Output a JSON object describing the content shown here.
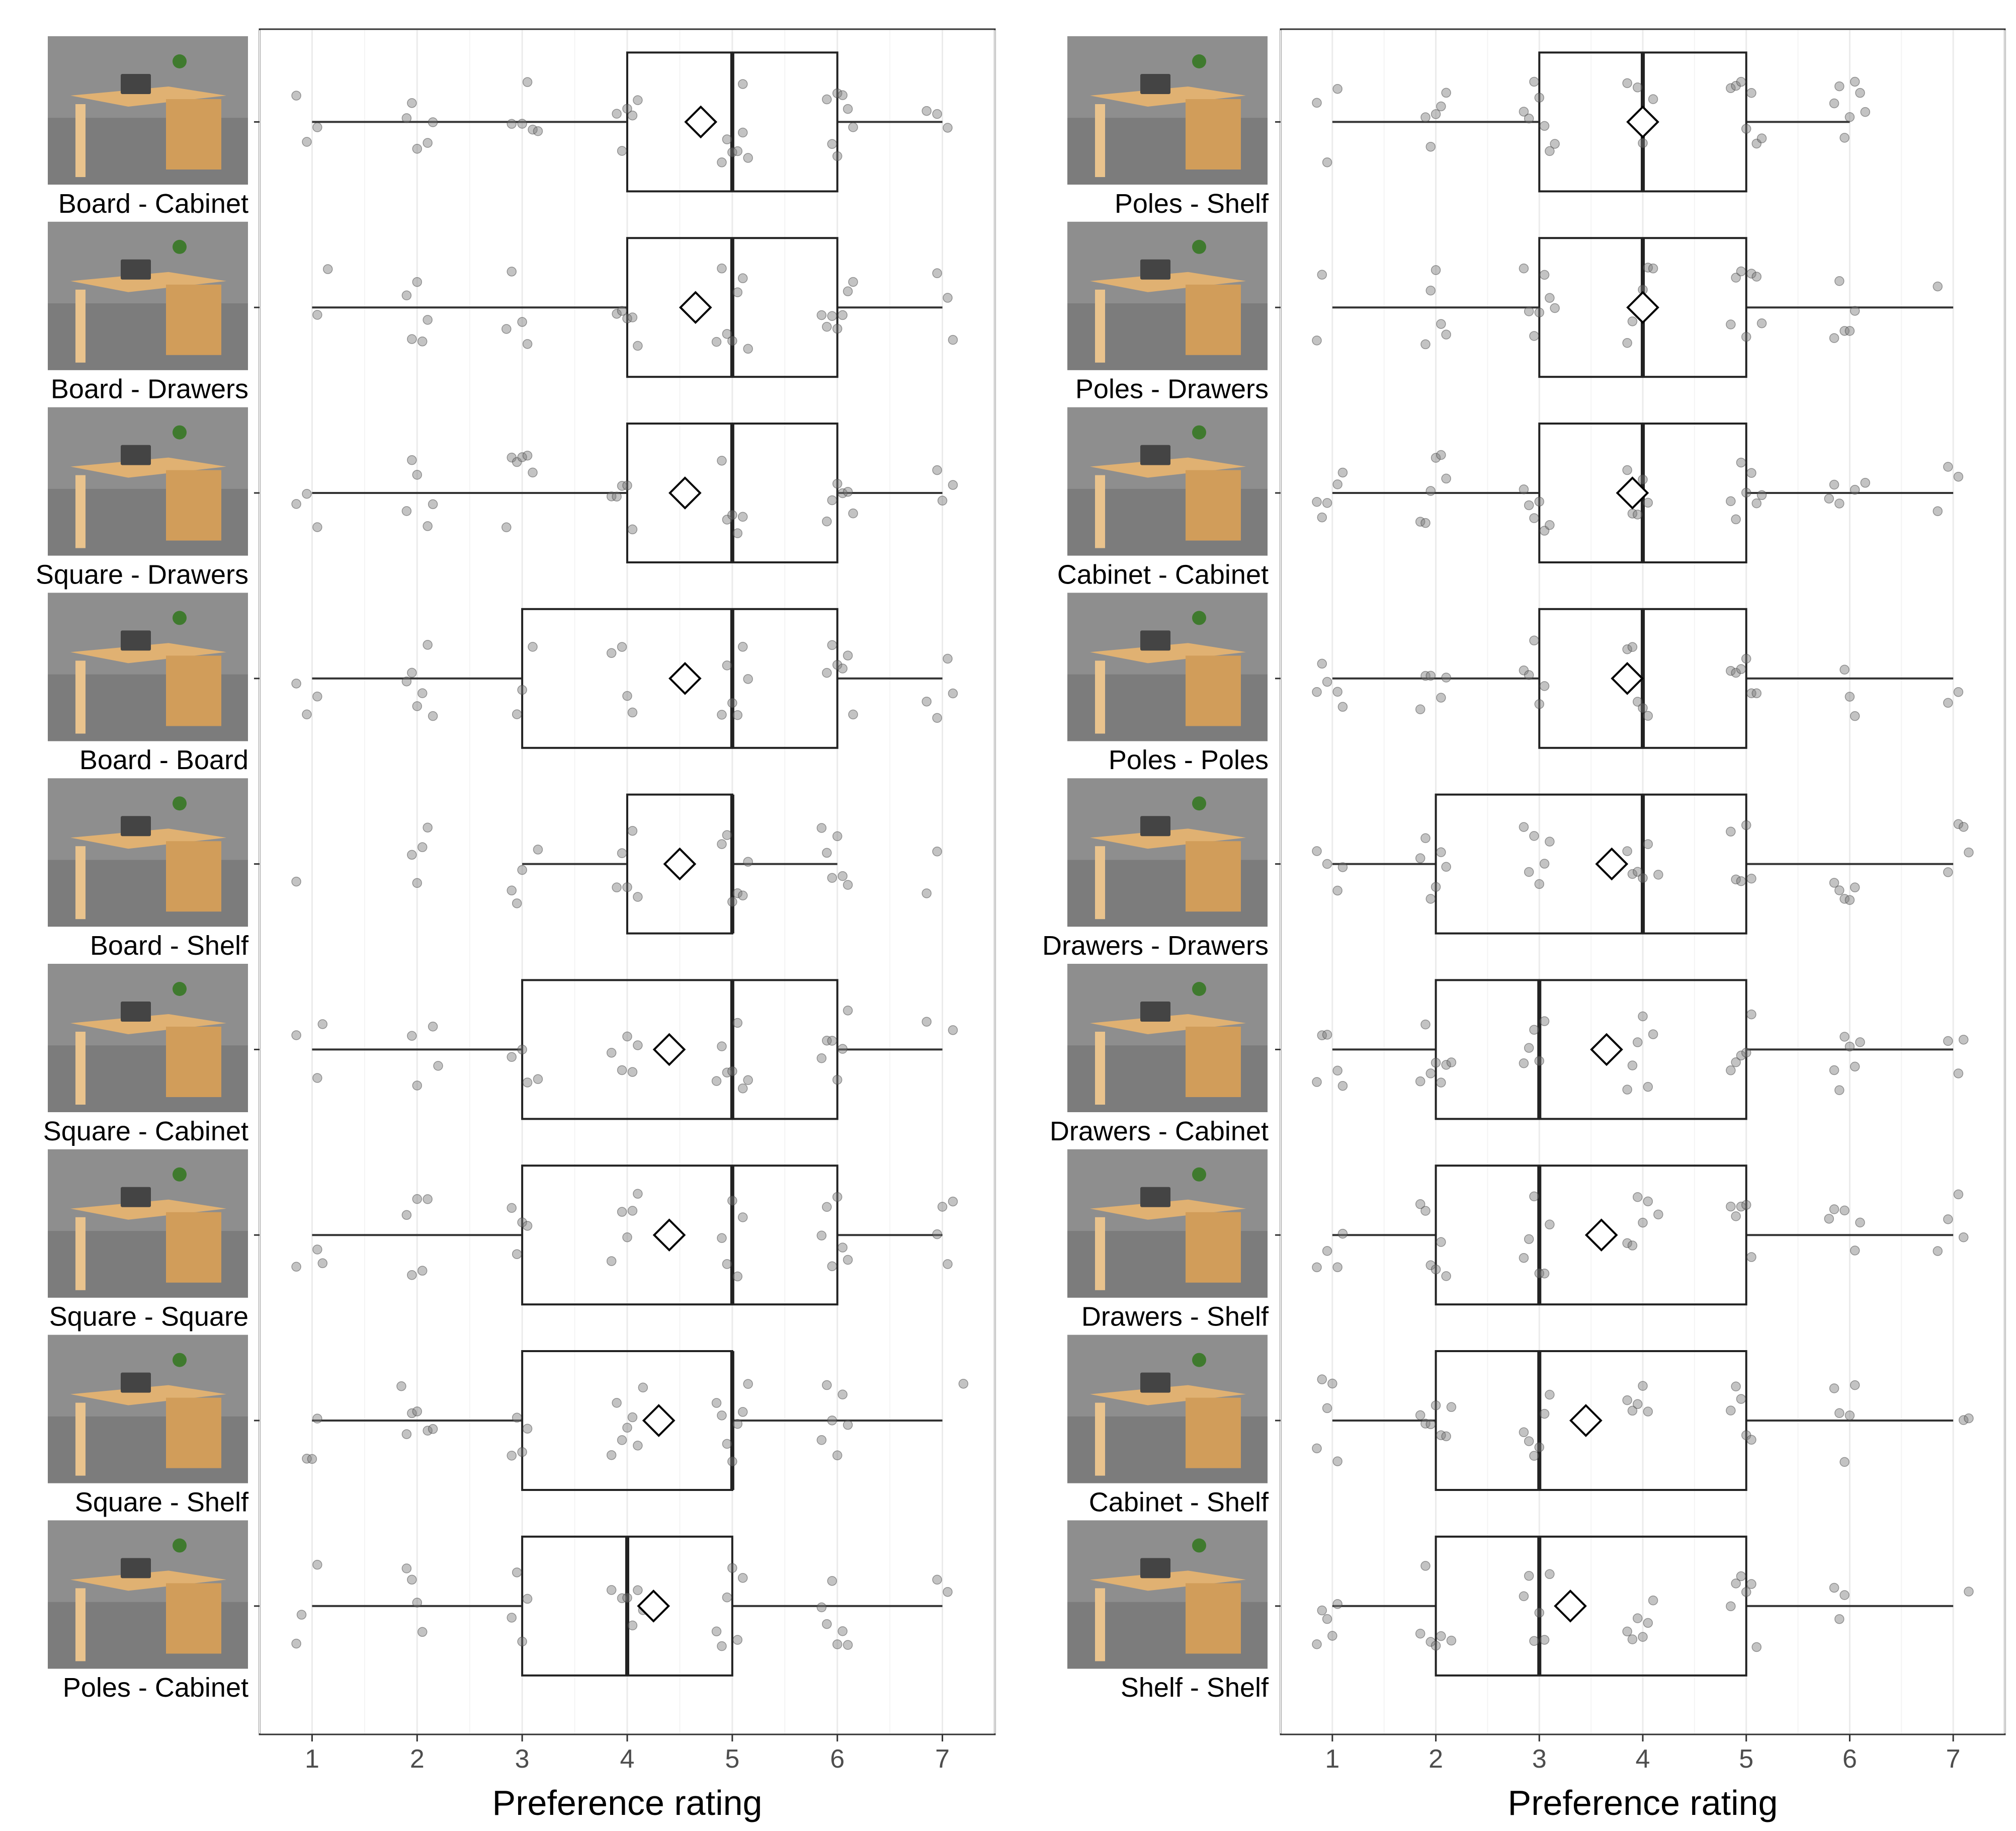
{
  "chart_data": [
    {
      "type": "boxplot",
      "xlabel": "Preference rating",
      "xlim": [
        0.5,
        7.5
      ],
      "x_ticks": [
        "1",
        "2",
        "3",
        "4",
        "5",
        "6",
        "7"
      ],
      "grid": true,
      "rows": [
        {
          "label": "Board - Cabinet",
          "q1": 4,
          "median": 5,
          "q3": 6,
          "whisker_low": 1,
          "whisker_high": 7,
          "mean": 4.7,
          "image": "desk-board-cabinet",
          "points": [
            0.85,
            0.95,
            1.05,
            1.9,
            1.95,
            2.0,
            2.1,
            2.15,
            2.9,
            3.0,
            3.05,
            3.1,
            3.15,
            3.9,
            3.95,
            4.0,
            4.05,
            4.1,
            4.9,
            4.95,
            5.0,
            5.05,
            5.1,
            5.1,
            5.15,
            5.9,
            5.95,
            6.0,
            6.0,
            6.05,
            6.1,
            6.15,
            6.85,
            6.95,
            7.05
          ]
        },
        {
          "label": "Board - Drawers",
          "q1": 4,
          "median": 5,
          "q3": 6,
          "whisker_low": 1,
          "whisker_high": 7,
          "mean": 4.65,
          "image": "desk-board-drawers",
          "points": [
            1.05,
            1.15,
            1.9,
            1.95,
            2.0,
            2.05,
            2.1,
            2.85,
            2.9,
            3.0,
            3.05,
            3.9,
            3.95,
            4.0,
            4.05,
            4.1,
            4.85,
            4.9,
            4.95,
            5.0,
            5.05,
            5.1,
            5.15,
            5.85,
            5.9,
            5.95,
            6.0,
            6.05,
            6.1,
            6.15,
            6.95,
            7.05,
            7.1
          ]
        },
        {
          "label": "Square - Drawers",
          "q1": 4,
          "median": 5,
          "q3": 6,
          "whisker_low": 1,
          "whisker_high": 7,
          "mean": 4.55,
          "image": "desk-square-drawers",
          "points": [
            0.85,
            0.95,
            1.05,
            1.9,
            1.95,
            2.0,
            2.1,
            2.15,
            2.85,
            2.9,
            2.95,
            3.0,
            3.05,
            3.1,
            3.85,
            3.9,
            3.95,
            4.0,
            4.05,
            4.9,
            4.95,
            5.0,
            5.05,
            5.1,
            5.9,
            5.95,
            6.0,
            6.05,
            6.1,
            6.15,
            6.95,
            7.0,
            7.1
          ]
        },
        {
          "label": "Board - Board",
          "q1": 3,
          "median": 5,
          "q3": 6,
          "whisker_low": 1,
          "whisker_high": 7,
          "mean": 4.55,
          "image": "desk-board-board",
          "points": [
            0.85,
            0.95,
            1.05,
            1.9,
            1.95,
            2.0,
            2.05,
            2.1,
            2.15,
            2.95,
            3.0,
            3.1,
            3.85,
            3.95,
            4.0,
            4.05,
            4.9,
            4.95,
            5.0,
            5.05,
            5.1,
            5.15,
            5.9,
            5.95,
            6.0,
            6.05,
            6.1,
            6.15,
            6.85,
            6.95,
            7.05,
            7.1
          ]
        },
        {
          "label": "Board - Shelf",
          "q1": 4,
          "median": 5,
          "q3": 5,
          "whisker_low": 3,
          "whisker_high": 6,
          "mean": 4.5,
          "image": "desk-board-shelf",
          "points": [
            0.85,
            1.95,
            2.0,
            2.05,
            2.1,
            2.9,
            2.95,
            3.0,
            3.15,
            3.9,
            3.95,
            4.0,
            4.05,
            4.1,
            4.9,
            4.95,
            5.0,
            5.05,
            5.1,
            5.15,
            5.85,
            5.9,
            5.95,
            6.0,
            6.05,
            6.1,
            6.85,
            6.95
          ]
        },
        {
          "label": "Square - Cabinet",
          "q1": 3,
          "median": 5,
          "q3": 6,
          "whisker_low": 1,
          "whisker_high": 7,
          "mean": 4.4,
          "image": "desk-square-cabinet",
          "points": [
            0.85,
            1.05,
            1.1,
            1.95,
            2.0,
            2.15,
            2.2,
            2.9,
            3.0,
            3.05,
            3.15,
            3.85,
            3.95,
            4.0,
            4.05,
            4.1,
            4.85,
            4.9,
            4.95,
            5.0,
            5.05,
            5.1,
            5.15,
            5.85,
            5.9,
            5.95,
            6.0,
            6.05,
            6.1,
            6.85,
            7.1
          ]
        },
        {
          "label": "Square - Square",
          "q1": 3,
          "median": 5,
          "q3": 6,
          "whisker_low": 1,
          "whisker_high": 7,
          "mean": 4.4,
          "image": "desk-square-square",
          "points": [
            0.85,
            1.05,
            1.1,
            1.9,
            1.95,
            2.0,
            2.05,
            2.1,
            2.9,
            2.95,
            3.0,
            3.05,
            3.85,
            3.95,
            4.0,
            4.05,
            4.1,
            4.9,
            4.95,
            5.0,
            5.05,
            5.1,
            5.85,
            5.9,
            5.95,
            6.0,
            6.05,
            6.1,
            6.95,
            7.0,
            7.05,
            7.1
          ]
        },
        {
          "label": "Square - Shelf",
          "q1": 3,
          "median": 5,
          "q3": 5,
          "whisker_low": 1,
          "whisker_high": 7,
          "mean": 4.3,
          "image": "desk-square-shelf",
          "points": [
            0.95,
            1.0,
            1.05,
            1.85,
            1.9,
            1.95,
            2.0,
            2.1,
            2.15,
            2.9,
            2.95,
            3.0,
            3.05,
            3.85,
            3.9,
            3.95,
            4.0,
            4.05,
            4.1,
            4.15,
            4.85,
            4.9,
            4.95,
            5.0,
            5.05,
            5.1,
            5.15,
            5.85,
            5.9,
            5.95,
            6.0,
            6.05,
            6.1,
            7.2
          ]
        },
        {
          "label": "Poles - Cabinet",
          "q1": 3,
          "median": 4,
          "q3": 5,
          "whisker_low": 1,
          "whisker_high": 7,
          "mean": 4.25,
          "image": "desk-poles-cabinet",
          "points": [
            0.85,
            0.9,
            1.05,
            1.9,
            1.95,
            2.0,
            2.05,
            2.9,
            2.95,
            3.0,
            3.05,
            3.85,
            3.95,
            4.0,
            4.05,
            4.1,
            4.15,
            4.85,
            4.9,
            4.95,
            5.0,
            5.05,
            5.1,
            5.85,
            5.9,
            5.95,
            6.0,
            6.05,
            6.1,
            6.95,
            7.05
          ]
        }
      ]
    },
    {
      "type": "boxplot",
      "xlabel": "Preference rating",
      "xlim": [
        0.5,
        7.5
      ],
      "x_ticks": [
        "1",
        "2",
        "3",
        "4",
        "5",
        "6",
        "7"
      ],
      "grid": true,
      "rows": [
        {
          "label": "Poles - Shelf",
          "q1": 3,
          "median": 4,
          "q3": 5,
          "whisker_low": 1,
          "whisker_high": 6,
          "mean": 4.0,
          "image": "desk-poles-shelf",
          "points": [
            0.85,
            0.95,
            1.05,
            1.9,
            1.95,
            2.0,
            2.05,
            2.1,
            2.85,
            2.9,
            2.95,
            3.0,
            3.05,
            3.1,
            3.15,
            3.85,
            3.95,
            4.0,
            4.05,
            4.1,
            4.85,
            4.9,
            4.95,
            5.0,
            5.05,
            5.1,
            5.15,
            5.85,
            5.9,
            5.95,
            6.0,
            6.05,
            6.1,
            6.15
          ]
        },
        {
          "label": "Poles - Drawers",
          "q1": 3,
          "median": 4,
          "q3": 5,
          "whisker_low": 1,
          "whisker_high": 7,
          "mean": 4.0,
          "image": "desk-poles-drawers",
          "points": [
            0.85,
            0.9,
            1.9,
            1.95,
            2.0,
            2.05,
            2.1,
            2.85,
            2.9,
            2.95,
            3.0,
            3.05,
            3.1,
            3.15,
            3.85,
            3.9,
            3.95,
            4.0,
            4.05,
            4.1,
            4.85,
            4.9,
            4.95,
            5.0,
            5.05,
            5.1,
            5.15,
            5.85,
            5.9,
            5.95,
            6.0,
            6.05,
            6.85
          ]
        },
        {
          "label": "Cabinet - Cabinet",
          "q1": 3,
          "median": 4,
          "q3": 5,
          "whisker_low": 1,
          "whisker_high": 7,
          "mean": 3.9,
          "image": "desk-cabinet-cabinet",
          "points": [
            0.85,
            0.9,
            0.95,
            1.05,
            1.1,
            1.85,
            1.9,
            1.95,
            2.0,
            2.05,
            2.1,
            2.85,
            2.9,
            2.95,
            3.0,
            3.05,
            3.1,
            3.85,
            3.9,
            3.95,
            4.0,
            4.05,
            4.85,
            4.9,
            4.95,
            5.0,
            5.05,
            5.1,
            5.15,
            5.8,
            5.85,
            5.9,
            6.05,
            6.15,
            6.85,
            6.95,
            7.05
          ]
        },
        {
          "label": "Poles - Poles",
          "q1": 3,
          "median": 4,
          "q3": 5,
          "whisker_low": 1,
          "whisker_high": 7,
          "mean": 3.85,
          "image": "desk-poles-poles",
          "points": [
            0.85,
            0.9,
            0.95,
            1.05,
            1.1,
            1.85,
            1.9,
            1.95,
            2.05,
            2.1,
            2.85,
            2.9,
            2.95,
            3.0,
            3.05,
            3.85,
            3.9,
            3.95,
            4.0,
            4.05,
            4.85,
            4.9,
            4.95,
            5.0,
            5.05,
            5.1,
            5.95,
            6.0,
            6.05,
            6.95,
            7.05
          ]
        },
        {
          "label": "Drawers - Drawers",
          "q1": 2,
          "median": 4,
          "q3": 5,
          "whisker_low": 1,
          "whisker_high": 7,
          "mean": 3.7,
          "image": "desk-drawers-drawers",
          "points": [
            0.85,
            0.95,
            1.05,
            1.1,
            1.85,
            1.9,
            1.95,
            2.0,
            2.05,
            2.1,
            2.85,
            2.9,
            2.95,
            3.0,
            3.05,
            3.1,
            3.85,
            3.9,
            3.95,
            4.0,
            4.05,
            4.15,
            4.85,
            4.9,
            4.95,
            5.0,
            5.05,
            5.85,
            5.9,
            5.95,
            6.0,
            6.05,
            6.95,
            7.05,
            7.1,
            7.15
          ]
        },
        {
          "label": "Drawers - Cabinet",
          "q1": 2,
          "median": 3,
          "q3": 5,
          "whisker_low": 1,
          "whisker_high": 7,
          "mean": 3.65,
          "image": "desk-drawers-cabinet",
          "points": [
            0.85,
            0.9,
            0.95,
            1.05,
            1.1,
            1.85,
            1.9,
            1.95,
            2.0,
            2.05,
            2.1,
            2.15,
            2.85,
            2.9,
            2.95,
            3.0,
            3.05,
            3.85,
            3.9,
            3.95,
            4.0,
            4.05,
            4.1,
            4.85,
            4.9,
            4.95,
            5.0,
            5.05,
            5.85,
            5.9,
            5.95,
            6.0,
            6.05,
            6.1,
            6.95,
            7.05,
            7.1
          ]
        },
        {
          "label": "Drawers - Shelf",
          "q1": 2,
          "median": 3,
          "q3": 5,
          "whisker_low": 1,
          "whisker_high": 7,
          "mean": 3.6,
          "image": "desk-drawers-shelf",
          "points": [
            0.85,
            0.95,
            1.05,
            1.1,
            1.85,
            1.9,
            1.95,
            2.0,
            2.05,
            2.1,
            2.85,
            2.9,
            2.95,
            3.0,
            3.05,
            3.1,
            3.85,
            3.9,
            3.95,
            4.0,
            4.05,
            4.15,
            4.85,
            4.9,
            4.95,
            5.0,
            5.05,
            5.8,
            5.85,
            5.95,
            6.05,
            6.1,
            6.85,
            6.95,
            7.05,
            7.1
          ]
        },
        {
          "label": "Cabinet - Shelf",
          "q1": 2,
          "median": 3,
          "q3": 5,
          "whisker_low": 1,
          "whisker_high": 7,
          "mean": 3.45,
          "image": "desk-cabinet-shelf",
          "points": [
            0.85,
            0.9,
            0.95,
            1.0,
            1.05,
            1.85,
            1.9,
            1.95,
            2.0,
            2.05,
            2.1,
            2.15,
            2.85,
            2.9,
            2.95,
            3.0,
            3.05,
            3.1,
            3.85,
            3.9,
            3.95,
            4.0,
            4.05,
            4.85,
            4.9,
            4.95,
            5.0,
            5.05,
            5.85,
            5.9,
            5.95,
            6.0,
            6.05,
            7.1,
            7.15
          ]
        },
        {
          "label": "Shelf - Shelf",
          "q1": 2,
          "median": 3,
          "q3": 5,
          "whisker_low": 1,
          "whisker_high": 7,
          "mean": 3.3,
          "image": "desk-shelf-shelf",
          "points": [
            0.85,
            0.9,
            0.95,
            1.0,
            1.05,
            1.85,
            1.9,
            1.95,
            2.0,
            2.05,
            2.15,
            2.85,
            2.9,
            2.95,
            3.0,
            3.05,
            3.1,
            3.85,
            3.9,
            3.95,
            4.0,
            4.05,
            4.1,
            4.85,
            4.9,
            4.95,
            5.0,
            5.05,
            5.1,
            5.85,
            5.9,
            5.95,
            7.15
          ]
        }
      ]
    }
  ]
}
